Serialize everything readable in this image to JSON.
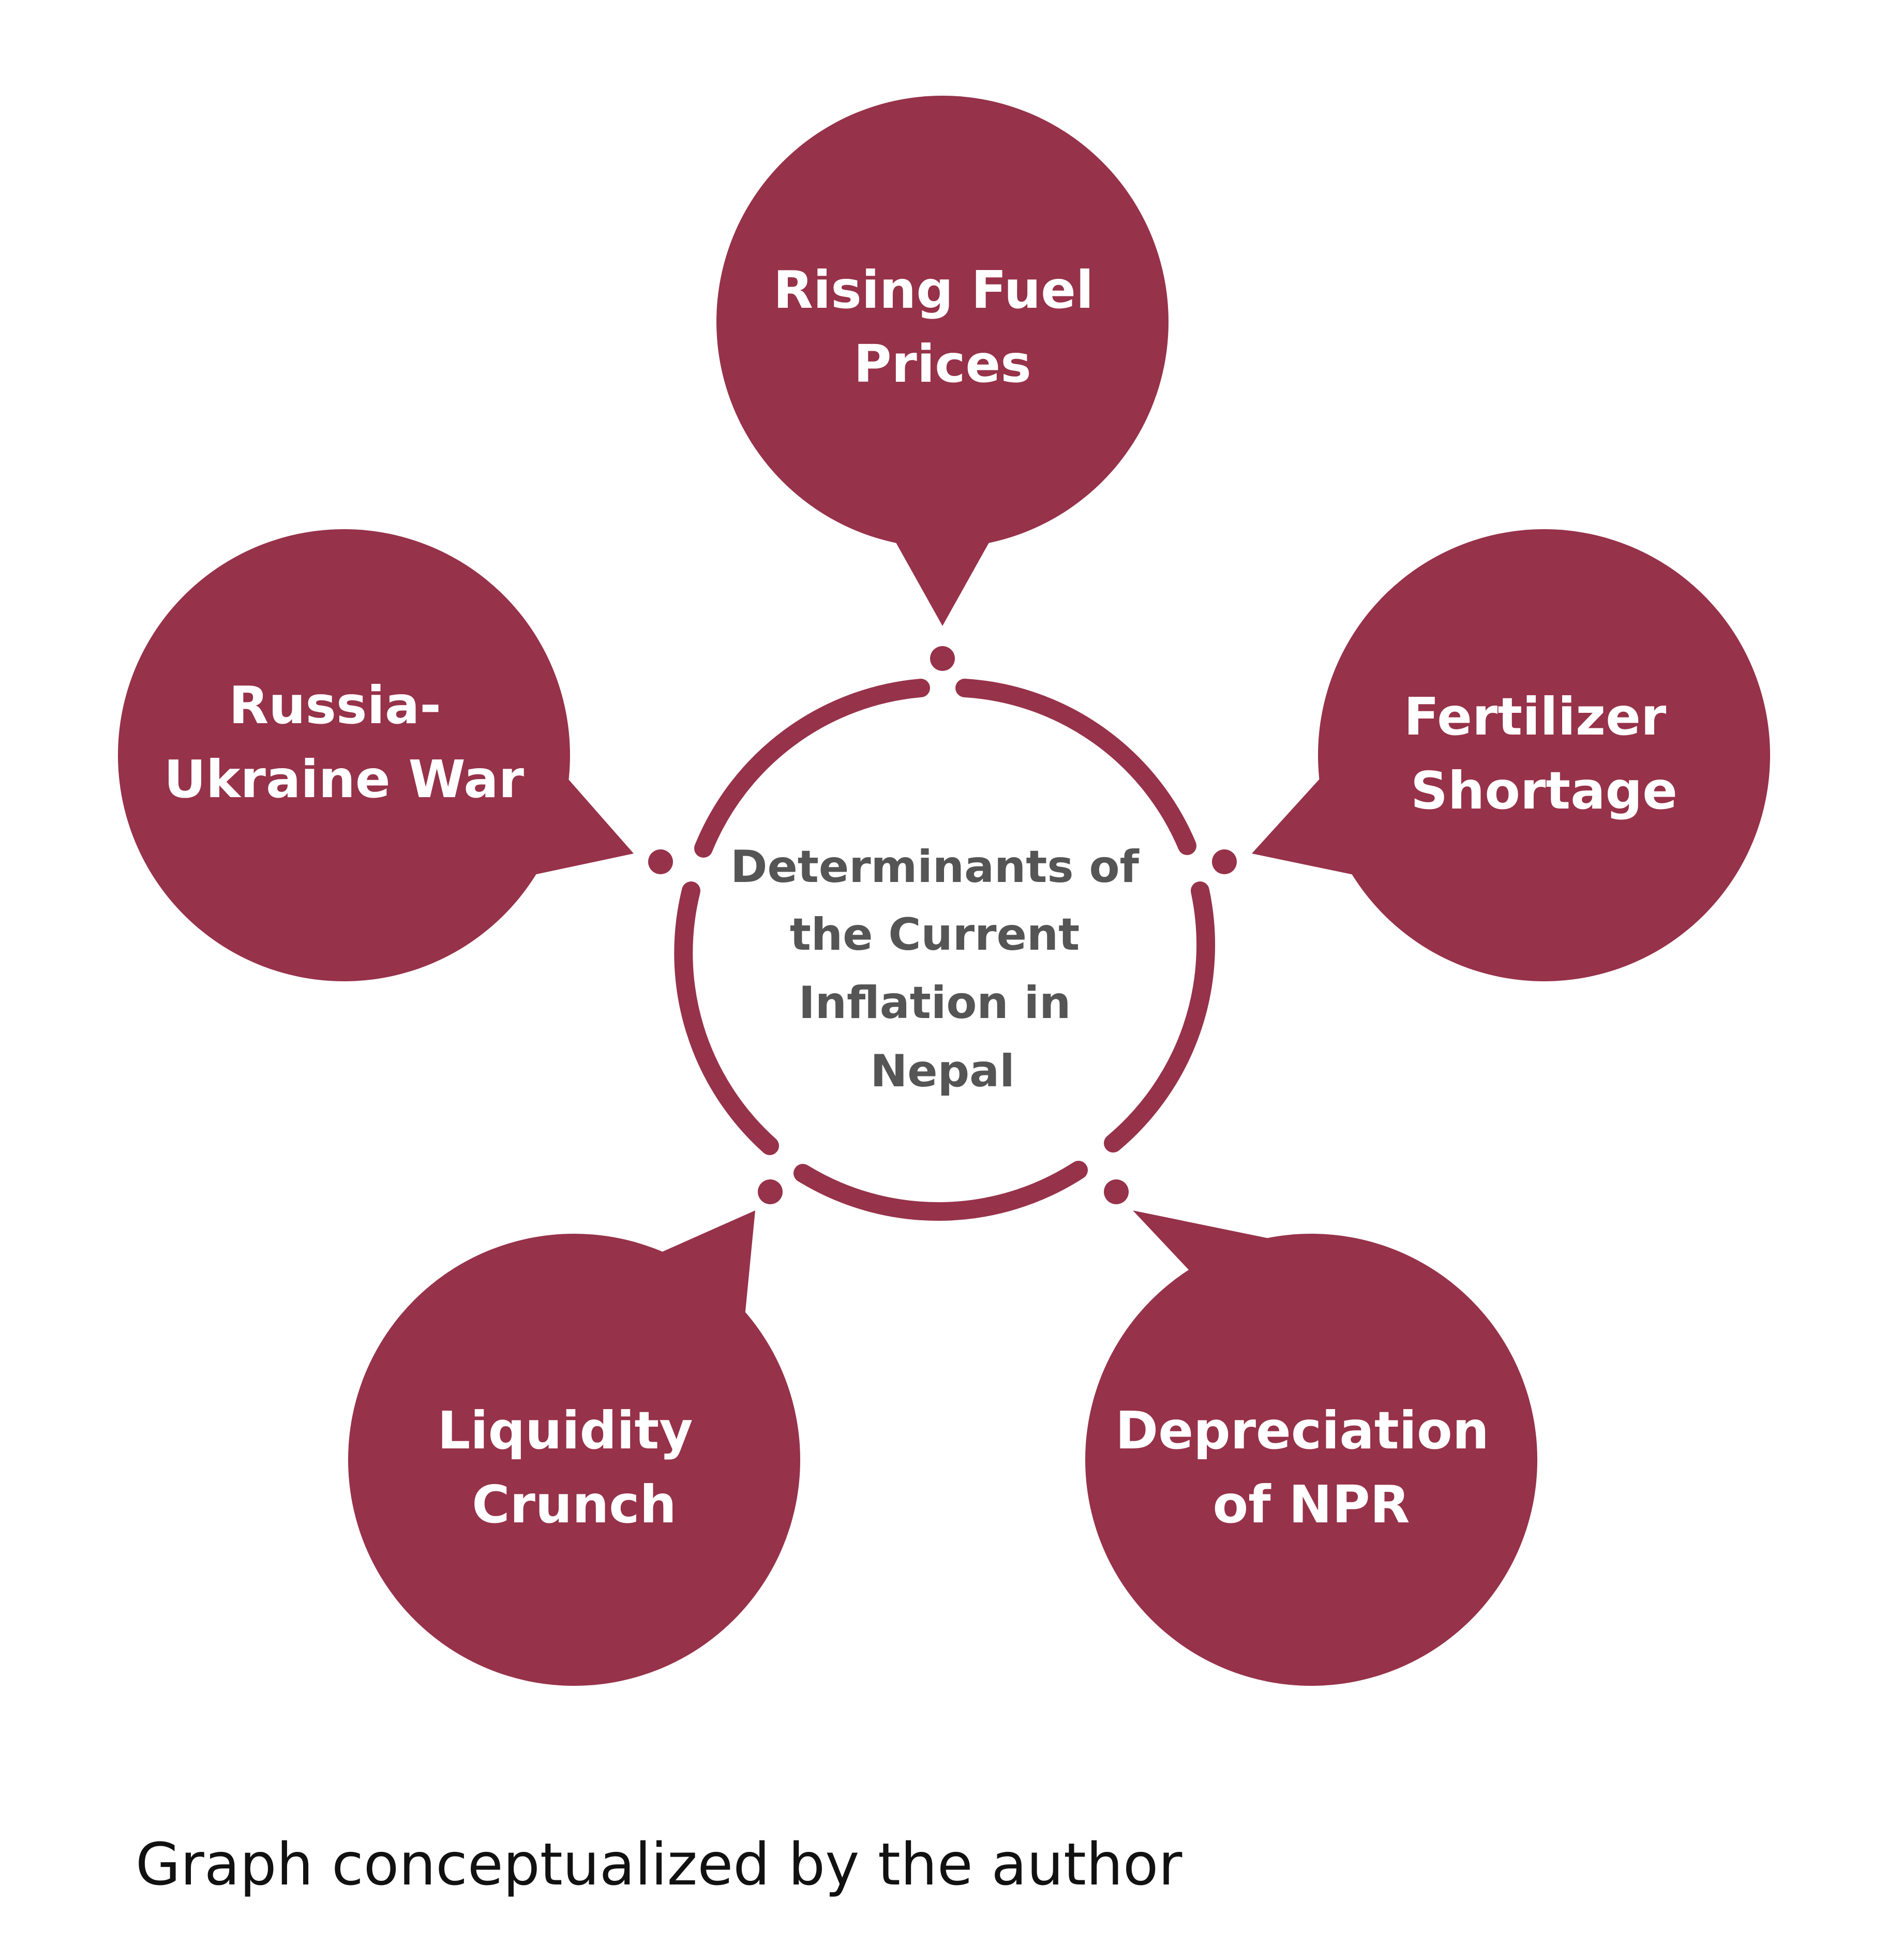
{
  "theme": {
    "accent": "#963249",
    "center_text_color": "#555555",
    "caption_color": "#111111"
  },
  "center": {
    "line1": "Determinants of",
    "line2": "the Current",
    "line3": "Inflation in",
    "line4": "Nepal"
  },
  "determinants": [
    {
      "line1": "Rising Fuel",
      "line2": "Prices"
    },
    {
      "line1": "Fertilizer",
      "line2": "Shortage"
    },
    {
      "line1": "Depreciation",
      "line2": "of NPR"
    },
    {
      "line1": "Liquidity",
      "line2": "Crunch"
    },
    {
      "line1": "Russia-",
      "line2": "Ukraine War"
    }
  ],
  "caption": "Graph conceptualized by the author"
}
